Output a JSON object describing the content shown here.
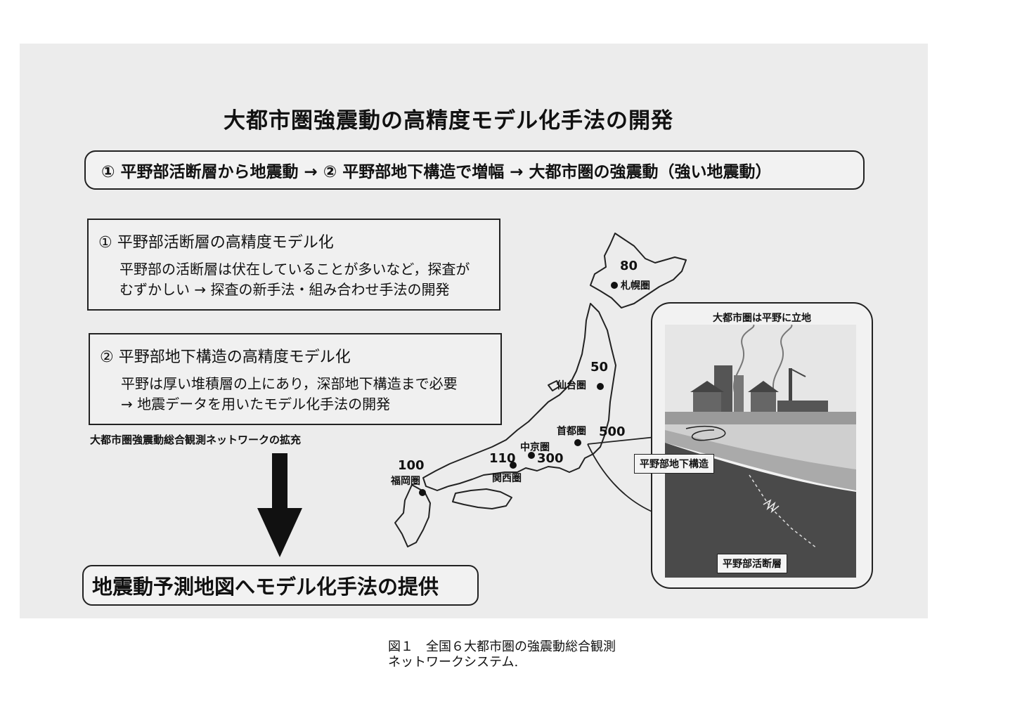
{
  "title": "大都市圏強震動の高精度モデル化手法の開発",
  "flow_text": "① 平野部活断層から地震動 → ② 平野部地下構造で増幅 → 大都市圏の強震動（強い地震動）",
  "box1": {
    "heading": "① 平野部活断層の高精度モデル化",
    "line1": "平野部の活断層は伏在していることが多いなど，探査が",
    "line2": "むずかしい → 探査の新手法・組み合わせ手法の開発"
  },
  "box2": {
    "heading": "② 平野部地下構造の高精度モデル化",
    "line1": "平野は厚い堆積層の上にあり，深部地下構造まで必要",
    "line2": "→ 地震データを用いたモデル化手法の開発"
  },
  "network_label": "大都市圏強震動総合観測ネットワークの拡充",
  "result_text": "地震動予測地図へモデル化手法の提供",
  "cities": [
    {
      "name": "札幌圏",
      "count": "80"
    },
    {
      "name": "仙台圏",
      "count": "50"
    },
    {
      "name": "首都圏",
      "count": "500"
    },
    {
      "name": "中京圏",
      "count": "300"
    },
    {
      "name": "関西圏",
      "count": "110"
    },
    {
      "name": "福岡圏",
      "count": "100"
    }
  ],
  "panel": {
    "title": "大都市圏は平野に立地",
    "structure_label": "平野部地下構造",
    "fault_label": "平野部活断層"
  },
  "caption": {
    "line1": "図１　全国６大都市圏の強震動総合観測",
    "line2": "ネットワークシステム."
  },
  "colors": {
    "ink": "#111111",
    "sheet": "#ececec",
    "ground_dark": "#4a4a4a",
    "layer_light": "#dcdcdc"
  }
}
